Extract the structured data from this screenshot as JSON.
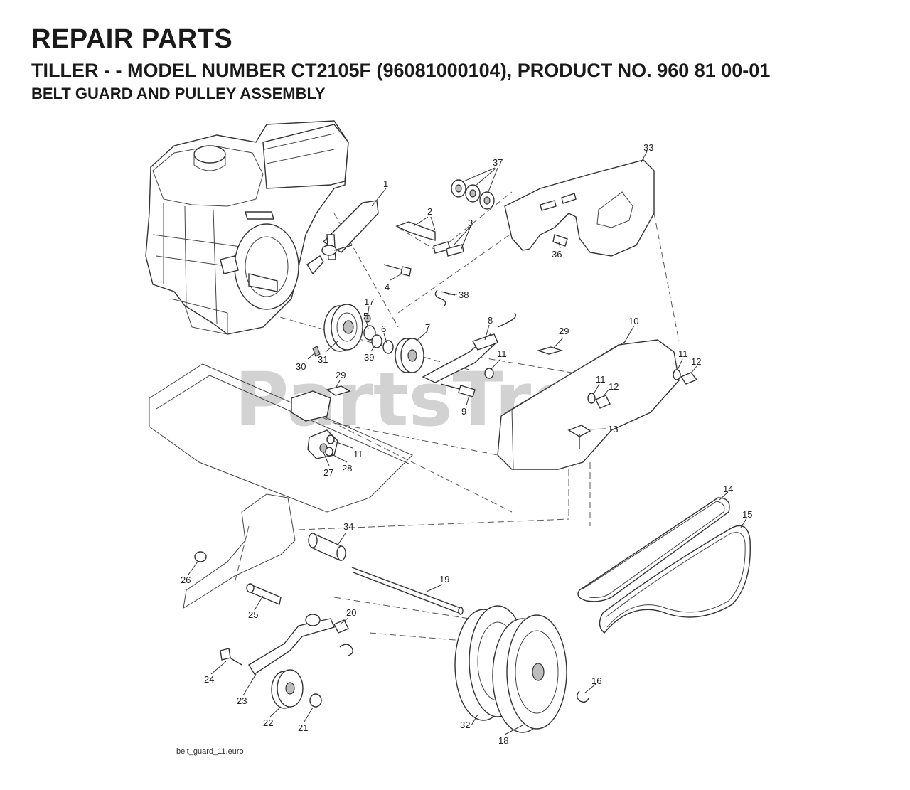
{
  "header": {
    "title": "REPAIR PARTS",
    "subtitle": "TILLER - - MODEL NUMBER CT2105F (96081000104), PRODUCT NO. 960 81 00-01",
    "section": "BELT GUARD AND PULLEY ASSEMBLY"
  },
  "watermark": {
    "text": "PartsTree",
    "mark": "™"
  },
  "footer": {
    "filename": "belt_guard_11.euro"
  },
  "callouts": [
    {
      "label": "1"
    },
    {
      "label": "2"
    },
    {
      "label": "3"
    },
    {
      "label": "4"
    },
    {
      "label": "5"
    },
    {
      "label": "6"
    },
    {
      "label": "7"
    },
    {
      "label": "8"
    },
    {
      "label": "9"
    },
    {
      "label": "10"
    },
    {
      "label": "11"
    },
    {
      "label": "11"
    },
    {
      "label": "11"
    },
    {
      "label": "11"
    },
    {
      "label": "12"
    },
    {
      "label": "12"
    },
    {
      "label": "13"
    },
    {
      "label": "14"
    },
    {
      "label": "15"
    },
    {
      "label": "16"
    },
    {
      "label": "17"
    },
    {
      "label": "18"
    },
    {
      "label": "19"
    },
    {
      "label": "20"
    },
    {
      "label": "21"
    },
    {
      "label": "22"
    },
    {
      "label": "23"
    },
    {
      "label": "24"
    },
    {
      "label": "25"
    },
    {
      "label": "26"
    },
    {
      "label": "27"
    },
    {
      "label": "28"
    },
    {
      "label": "29"
    },
    {
      "label": "29"
    },
    {
      "label": "30"
    },
    {
      "label": "31"
    },
    {
      "label": "32"
    },
    {
      "label": "33"
    },
    {
      "label": "34"
    },
    {
      "label": "36"
    },
    {
      "label": "37"
    },
    {
      "label": "38"
    },
    {
      "label": "39"
    }
  ]
}
